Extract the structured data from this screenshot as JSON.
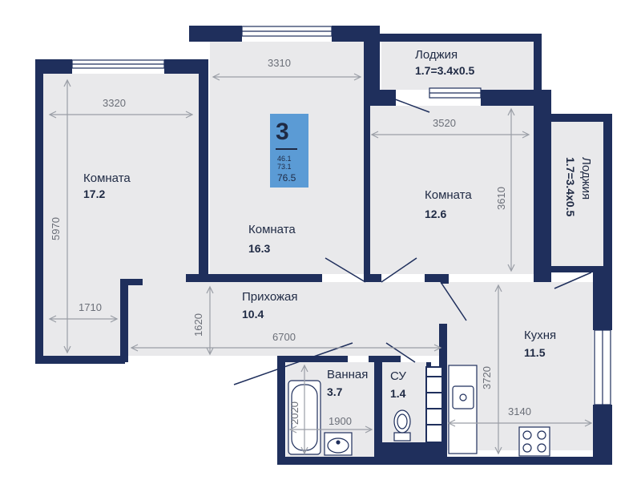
{
  "badge": {
    "rooms": "3",
    "living_area": "46.1",
    "total_area_small": "73.1",
    "total_area": "76.5"
  },
  "rooms": {
    "left": {
      "name": "Комната",
      "area": "17.2"
    },
    "center": {
      "name": "Комната",
      "area": "16.3"
    },
    "right": {
      "name": "Комната",
      "area": "12.6"
    },
    "hall": {
      "name": "Прихожая",
      "area": "10.4"
    },
    "kitchen": {
      "name": "Кухня",
      "area": "11.5"
    },
    "bath": {
      "name": "Ванная",
      "area": "3.7"
    },
    "wc": {
      "name": "СУ",
      "area": "1.4"
    },
    "loggia_top": {
      "name": "Лоджия",
      "area": "1.7=3.4x0.5"
    },
    "loggia_right": {
      "name": "Лоджия",
      "area": "1.7=3.4x0.5"
    }
  },
  "dimensions": {
    "d3320": "3320",
    "d5970": "5970",
    "d1710": "1710",
    "d3310": "3310",
    "d3520": "3520",
    "d3610": "3610",
    "d1620": "1620",
    "d6700": "6700",
    "d3720": "3720",
    "d3140": "3140",
    "d2020": "2020",
    "d1900": "1900"
  },
  "colors": {
    "wall": "#1f2f5c",
    "floor": "#e9e9eb",
    "badge": "#5b9bd5",
    "dim": "#9a9ea6"
  }
}
